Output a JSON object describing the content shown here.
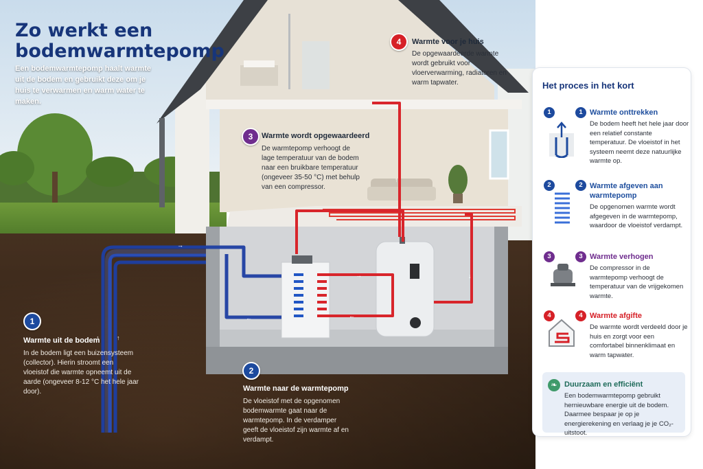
{
  "title": "Zo werkt een bodemwarmtepomp",
  "intro": "Een bodemwarmtepomp haalt warmte uit de bodem en gebruikt deze om je huis te verwarmen en warm water te maken.",
  "steps": [
    {
      "number": "1",
      "title": "Warmte uit de bodem",
      "text": "In de bodem ligt een buizensysteem (collector). Hierin stroomt een vloeistof die warmte opneemt uit de aarde (ongeveer 8-12 °C het hele jaar door)."
    },
    {
      "number": "2",
      "title": "Warmte naar de warmtepomp",
      "text": "De vloeistof met de opgenomen bodemwarmte gaat naar de warmtepomp. In de verdamper geeft de vloeistof zijn warmte af en verdampt."
    },
    {
      "number": "3",
      "title": "Warmte wordt opgewaardeerd",
      "text": "De warmtepomp verhoogt de lage temperatuur van de bodem naar een bruikbare temperatuur (ongeveer 35-50 °C) met behulp van een compressor."
    },
    {
      "number": "4",
      "title": "Warmte voor je huis",
      "text": "De opgewaardeerde warmte wordt gebruikt voor vloerverwarming, radiatoren en warm tapwater."
    }
  ],
  "panel": {
    "title": "Het proces in het kort",
    "items": [
      {
        "number": "1",
        "title": "Warmte onttrekken",
        "text": "De bodem heeft het hele jaar door een relatief constante temperatuur. De vloeistof in het systeem neemt deze natuurlijke warmte op.",
        "icon": "ground-loop-icon"
      },
      {
        "number": "2",
        "title": "Warmte afgeven aan warmtepomp",
        "text": "De opgenomen warmte wordt afgegeven in de warmtepomp, waardoor de vloeistof verdampt.",
        "icon": "coil-icon"
      },
      {
        "number": "3",
        "title": "Warmte verhogen",
        "text": "De compressor in de warmtepomp verhoogt de temperatuur van de vrijgekomen warmte.",
        "icon": "compressor-icon"
      },
      {
        "number": "4",
        "title": "Warmte afgifte",
        "text": "De warmte wordt verdeeld door je huis en zorgt voor een comfortabel binnenklimaat en warm tapwater.",
        "icon": "house-heat-icon"
      }
    ],
    "sustainability": {
      "title": "Duurzaam en efficiënt",
      "text": "Een bodemwarmtepomp gebruikt hernieuwbare energie uit de bodem. Daarmee bespaar je op je energierekening en verlaag je je CO₂-uitstoot.",
      "icon": "leaf-icon"
    }
  },
  "colors": {
    "blue": "#1d4a9e",
    "purple": "#6f2d8e",
    "red": "#d62027",
    "title": "#17357a"
  }
}
